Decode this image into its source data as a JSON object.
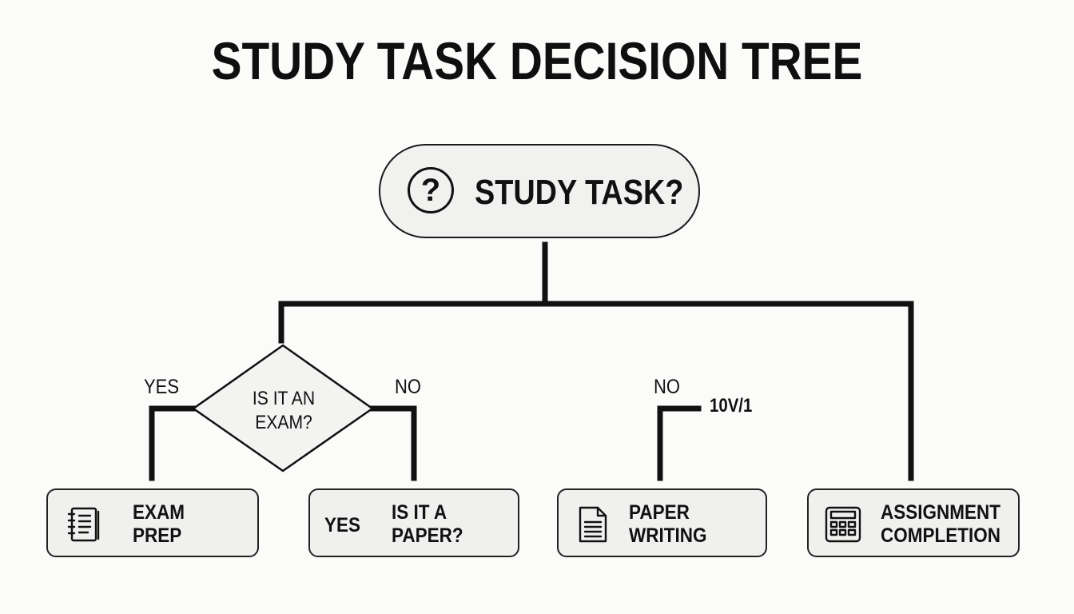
{
  "title": "STUDY TASK DECISION TREE",
  "root": {
    "icon": "question-circle-icon",
    "glyph": "?",
    "label": "STUDY TASK?"
  },
  "decision": {
    "line1": "IS IT AN",
    "line2": "EXAM?"
  },
  "edge_labels": {
    "yes_left": "YES",
    "no_left": "NO",
    "no_right": "NO",
    "stray": "10V/1"
  },
  "boxes": [
    {
      "icon": "notebook-icon",
      "line1": "EXAM",
      "line2": "PREP"
    },
    {
      "side_text": "YES",
      "line1": "IS IT A",
      "line2": "PAPER?"
    },
    {
      "icon": "document-icon",
      "line1": "PAPER",
      "line2": "WRITING"
    },
    {
      "icon": "calculator-icon",
      "line1": "ASSIGNMENT",
      "line2": "COMPLETION"
    }
  ]
}
